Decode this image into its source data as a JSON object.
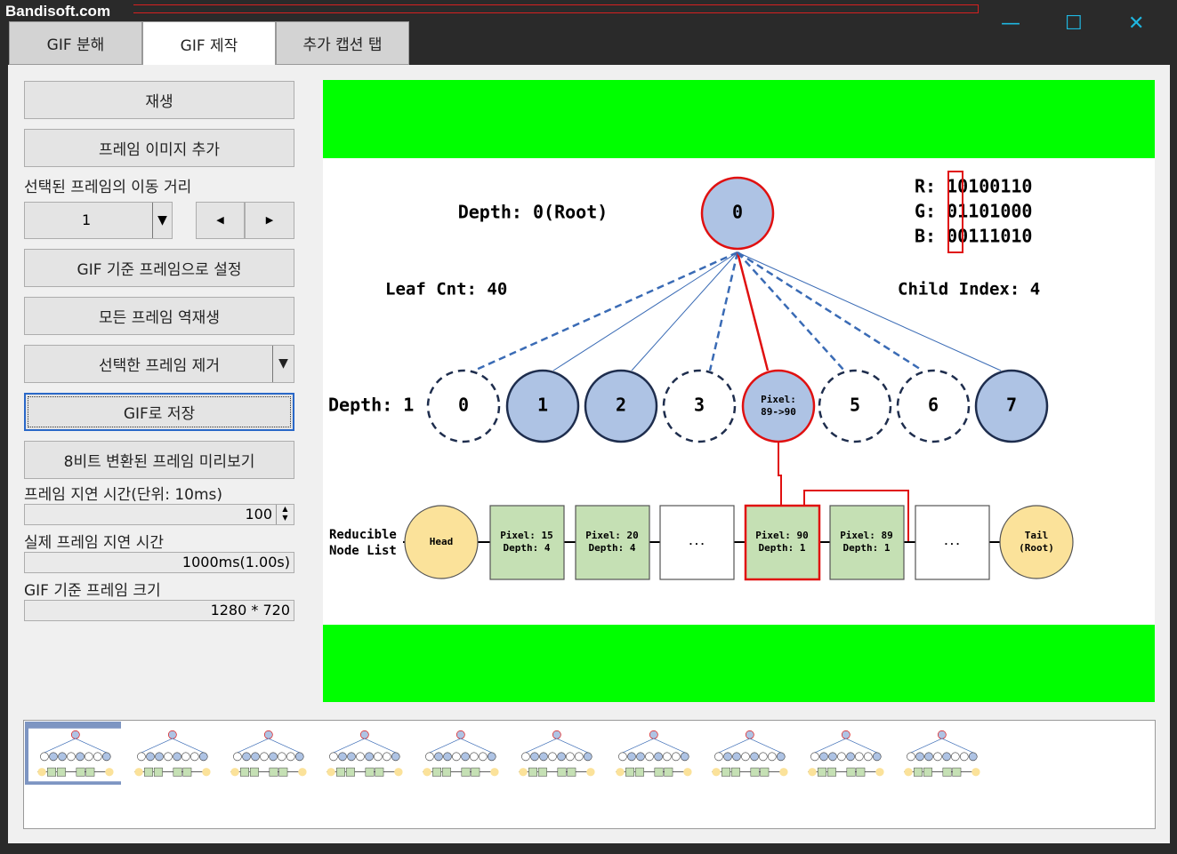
{
  "watermark": "Bandisoft.com",
  "tabs": [
    "GIF 분해",
    "GIF 제작",
    "추가 캡션 탭"
  ],
  "buttons": {
    "play": "재생",
    "add": "프레임 이미지 추가",
    "base": "GIF 기준 프레임으로 설정",
    "rev": "모든 프레임 역재생",
    "rm": "선택한 프레임 제거",
    "save": "GIF로 저장",
    "preview": "8비트 변환된 프레임 미리보기"
  },
  "labels": {
    "move": "선택된 프레임의 이동 거리",
    "delay": "프레임 지연 시간(단위: 10ms)",
    "real": "실제 프레임 지연 시간",
    "size": "GIF 기준 프레임 크기"
  },
  "values": {
    "move": "1",
    "delay": "100",
    "real": "1000ms(1.00s)",
    "size": "1280 * 720"
  },
  "diagram": {
    "root_label": "Depth: 0(Root)",
    "root": "0",
    "r": "R: 10100110",
    "g": "G: 01101000",
    "b": "B: 00111010",
    "leaf": "Leaf Cnt: 40",
    "child": "Child Index: 4",
    "depth1": "Depth: 1",
    "children": [
      "0",
      "1",
      "2",
      "3",
      "Pixel:\n89->90",
      "5",
      "6",
      "7"
    ],
    "rnl1": "Reducible",
    "rnl2": "Node List",
    "list": [
      "Head",
      "Pixel: 15\nDepth: 4",
      "Pixel: 20\nDepth: 4",
      "...",
      "Pixel: 90\nDepth: 1",
      "Pixel: 89\nDepth: 1",
      "...",
      "Tail\n(Root)"
    ]
  },
  "colors": {
    "green": "#00ff00",
    "blue": "#aec3e4",
    "red": "#e01010",
    "node_green": "#c5e0b4",
    "yellow": "#fbe29a"
  },
  "frames_count": 10
}
